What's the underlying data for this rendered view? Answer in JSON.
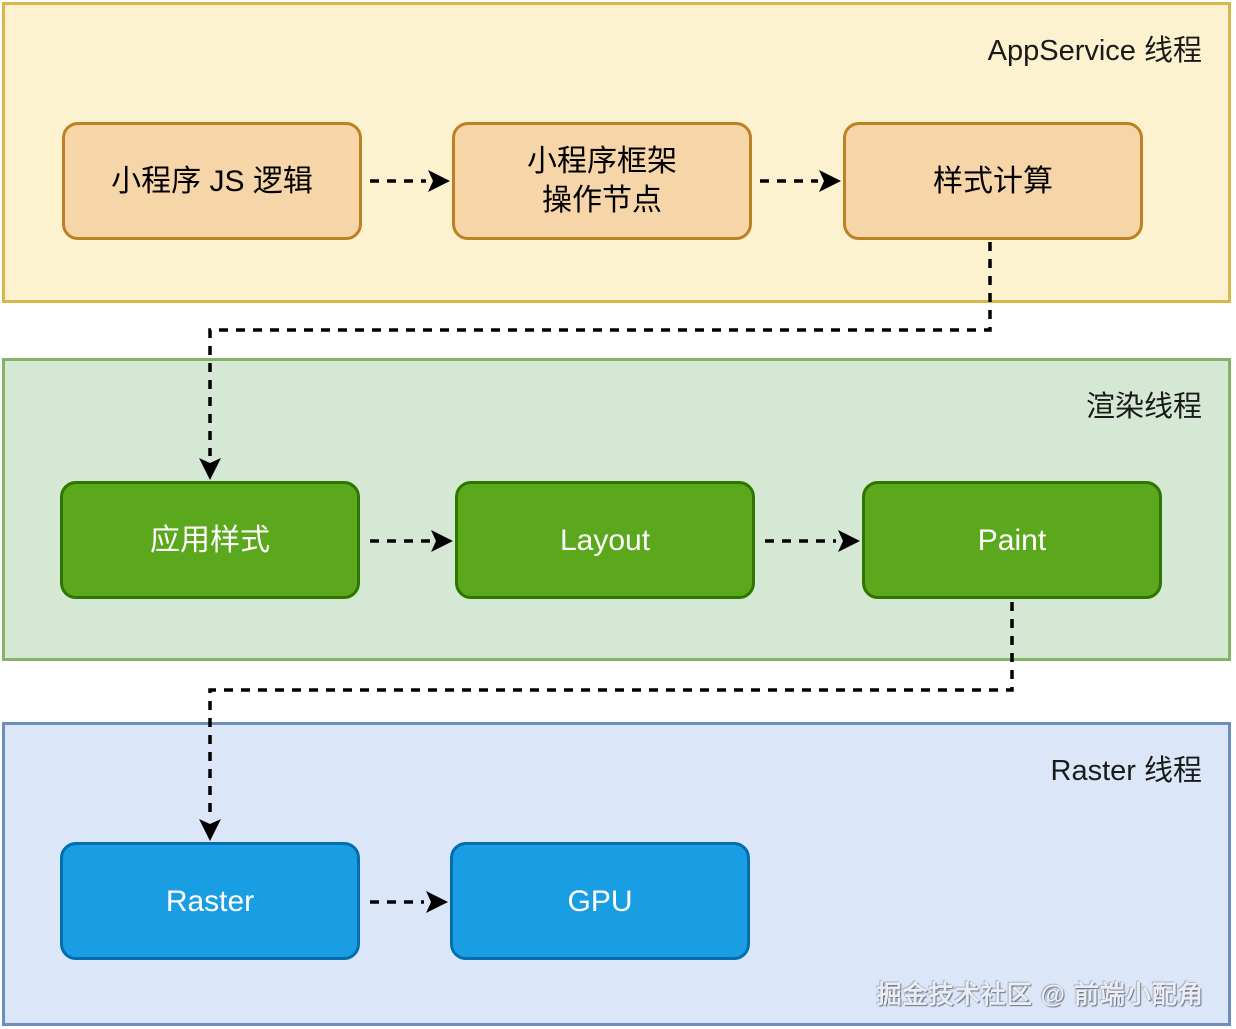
{
  "diagram": {
    "watermark": "掘金技术社区 @ 前端小配角",
    "colors": {
      "lane_appservice_fill": "#FCF2CF",
      "lane_appservice_border": "#D9B64C",
      "lane_render_fill": "#D5E8D4",
      "lane_render_border": "#82B366",
      "lane_raster_fill": "#DBE7F8",
      "lane_raster_border": "#6C8EBF",
      "node_appservice_fill": "#F6D6A9",
      "node_appservice_border": "#BE8025",
      "node_render_fill": "#5BA81D",
      "node_render_border": "#2D7600",
      "node_raster_fill": "#1A9EE3",
      "node_raster_border": "#006EAF",
      "connector": "#000000"
    },
    "lanes": [
      {
        "title": "AppService 线程",
        "nodes": [
          {
            "label": "小程序 JS 逻辑"
          },
          {
            "label": "小程序框架\n操作节点"
          },
          {
            "label": "样式计算"
          }
        ]
      },
      {
        "title": "渲染线程",
        "nodes": [
          {
            "label": "应用样式"
          },
          {
            "label": "Layout"
          },
          {
            "label": "Paint"
          }
        ]
      },
      {
        "title": "Raster 线程",
        "nodes": [
          {
            "label": "Raster"
          },
          {
            "label": "GPU"
          }
        ]
      }
    ]
  }
}
